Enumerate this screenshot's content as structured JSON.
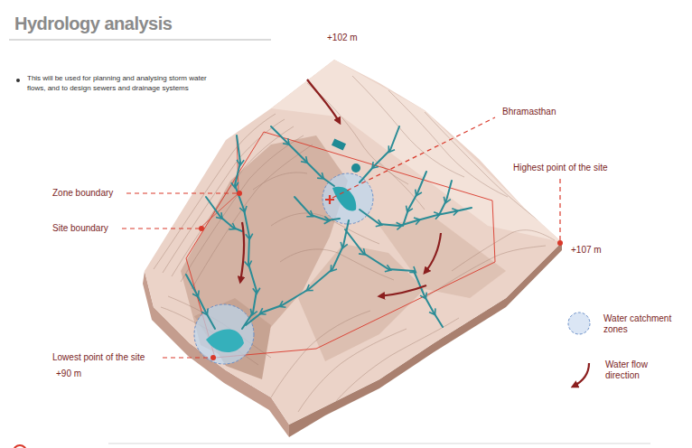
{
  "diagram": {
    "title": "Hydrology analysis",
    "labels": [
      "This will be used for planning and analysing storm water flows, and to design sewers and drainage systems",
      "+102 m",
      "Bhramasthan",
      "Highest point of the site",
      "+107 m",
      "Zone boundary",
      "Site boundary",
      "Lowest point of the site",
      "+90 m"
    ],
    "legend": [
      {
        "text": "Water catchment zones"
      },
      {
        "text": "Water flow direction"
      }
    ]
  }
}
